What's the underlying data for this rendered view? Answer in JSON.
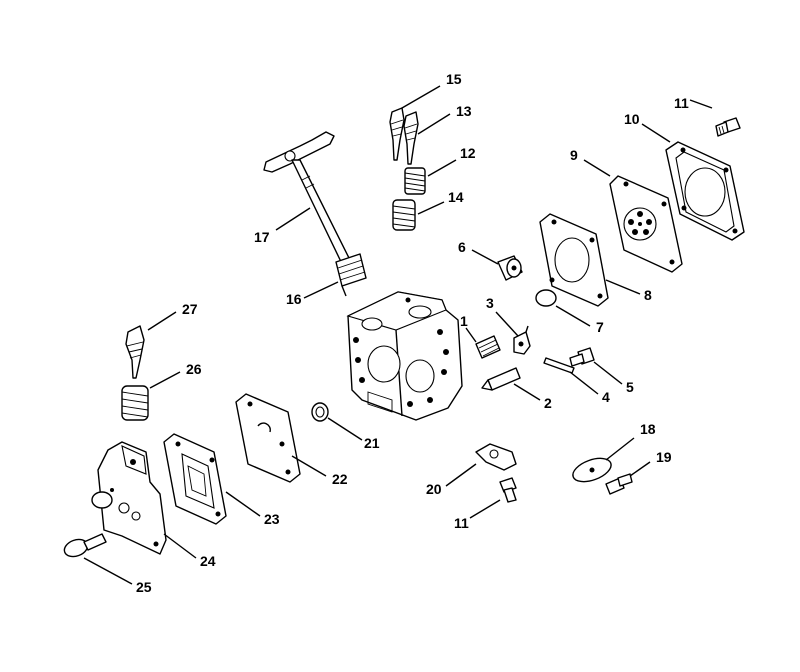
{
  "parts": [
    {
      "key": "p15",
      "number": "15"
    },
    {
      "key": "p13",
      "number": "13"
    },
    {
      "key": "p12",
      "number": "12"
    },
    {
      "key": "p14",
      "number": "14"
    },
    {
      "key": "p11a",
      "number": "11"
    },
    {
      "key": "p10",
      "number": "10"
    },
    {
      "key": "p9",
      "number": "9"
    },
    {
      "key": "p17",
      "number": "17"
    },
    {
      "key": "p6",
      "number": "6"
    },
    {
      "key": "p8",
      "number": "8"
    },
    {
      "key": "p16",
      "number": "16"
    },
    {
      "key": "p27",
      "number": "27"
    },
    {
      "key": "p3",
      "number": "3"
    },
    {
      "key": "p1",
      "number": "1"
    },
    {
      "key": "p7",
      "number": "7"
    },
    {
      "key": "p26",
      "number": "26"
    },
    {
      "key": "p5",
      "number": "5"
    },
    {
      "key": "p4",
      "number": "4"
    },
    {
      "key": "p2",
      "number": "2"
    },
    {
      "key": "p21",
      "number": "21"
    },
    {
      "key": "p18",
      "number": "18"
    },
    {
      "key": "p22",
      "number": "22"
    },
    {
      "key": "p19",
      "number": "19"
    },
    {
      "key": "p20",
      "number": "20"
    },
    {
      "key": "p23",
      "number": "23"
    },
    {
      "key": "p11b",
      "number": "11"
    },
    {
      "key": "p24",
      "number": "24"
    },
    {
      "key": "p25",
      "number": "25"
    }
  ]
}
